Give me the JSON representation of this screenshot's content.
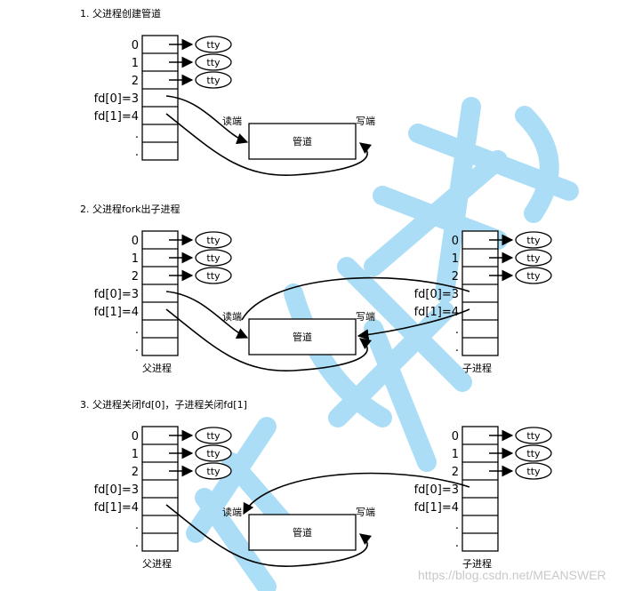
{
  "steps": [
    {
      "title": "1. 父进程创建管道"
    },
    {
      "title": "2. 父进程fork出子进程"
    },
    {
      "title": "3. 父进程关闭fd[0]，子进程关闭fd[1]"
    }
  ],
  "fd_labels": [
    "0",
    "1",
    "2",
    "fd[0]=3",
    "fd[1]=4",
    ".",
    "."
  ],
  "tty_label": "tty",
  "pipe_label": "管道",
  "read_end_label": "读端",
  "write_end_label": "写端",
  "parent_label": "父进程",
  "child_label": "子进程",
  "watermark": "https://blog.csdn.net/MEANSWER"
}
